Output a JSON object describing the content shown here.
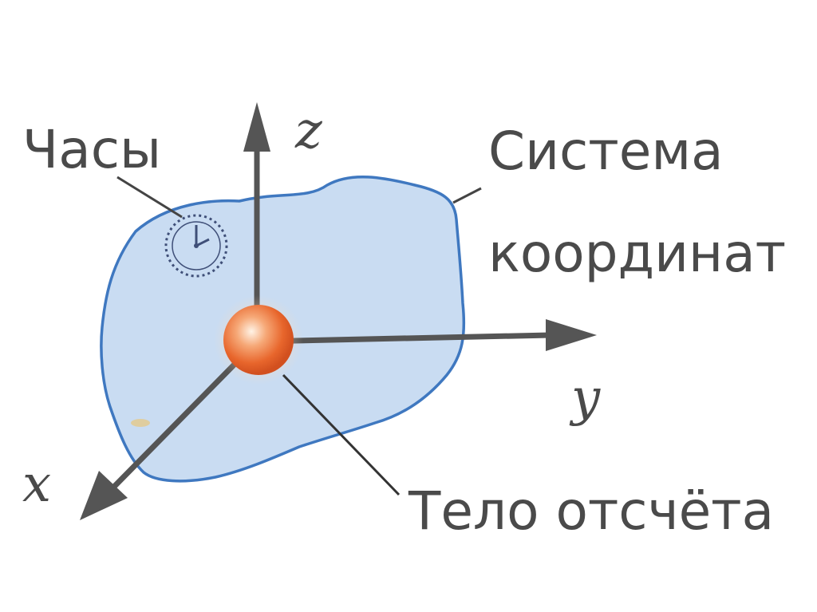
{
  "labels": {
    "clock": "Часы",
    "system_line1": "Система",
    "system_line2": "координат",
    "reference_body": "Тело отсчёта"
  },
  "axes": {
    "x": "x",
    "y": "y",
    "z": "z"
  },
  "colors": {
    "region_fill": "#c9dcf2",
    "region_stroke": "#3f78c0",
    "axis": "#555555",
    "sphere": "#e8662c",
    "text": "#4a4a4a"
  },
  "icons": {
    "clock": "clock-icon",
    "sphere": "sphere-icon"
  }
}
